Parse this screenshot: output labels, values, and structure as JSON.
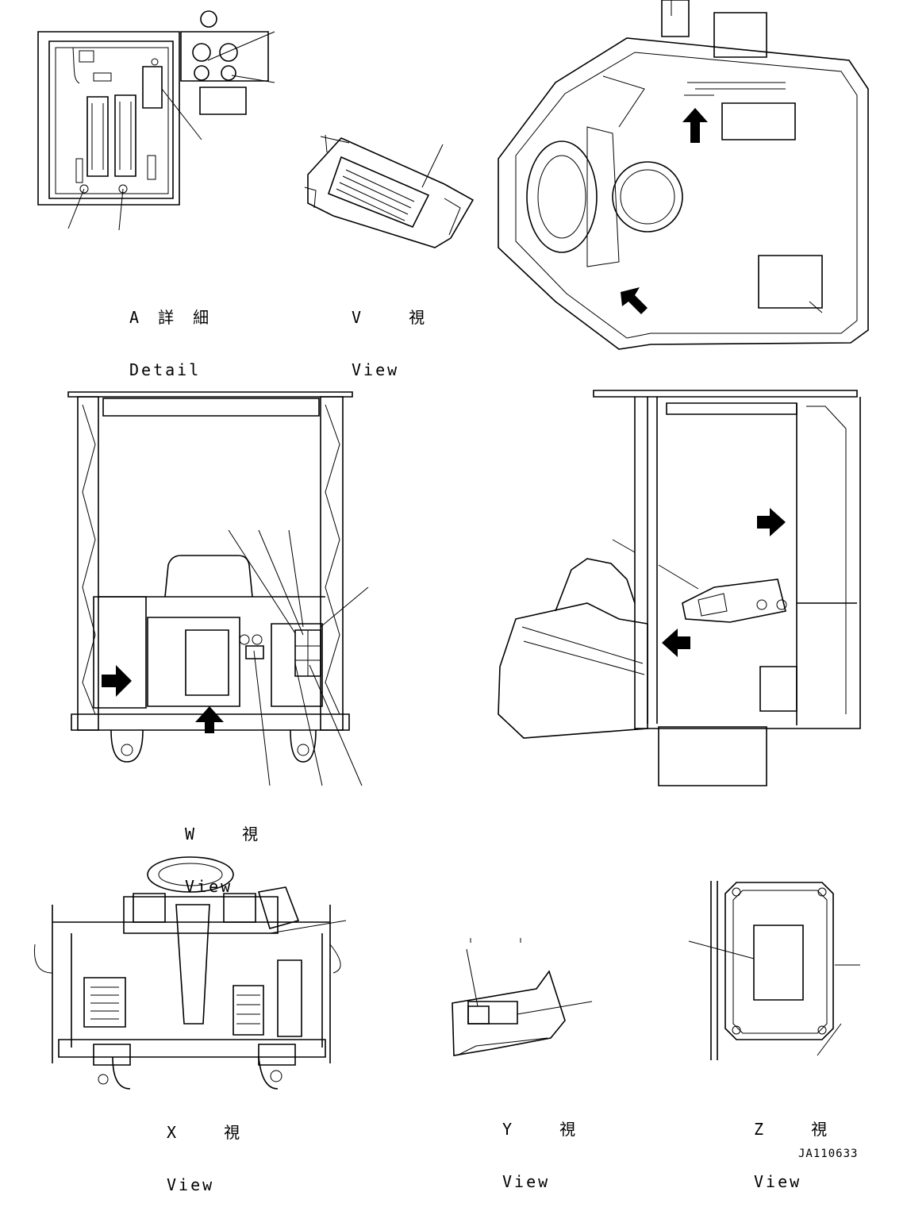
{
  "views": {
    "a": {
      "title_jp": "A 詳 細",
      "title_en": "Detail"
    },
    "v": {
      "title_jp": "V   視",
      "title_en": "View"
    },
    "w": {
      "title_jp": "W   視",
      "title_en": "View"
    },
    "x": {
      "title_jp": "X   視",
      "title_en": "View"
    },
    "y": {
      "title_jp": "Y   視",
      "title_en": "View"
    },
    "z": {
      "title_jp": "Z   視",
      "title_en": "View"
    }
  },
  "drawing_number": "JA110633",
  "colors": {
    "line": "#000000",
    "background": "#ffffff"
  },
  "icons": [
    "view-direction-arrow-icon"
  ]
}
